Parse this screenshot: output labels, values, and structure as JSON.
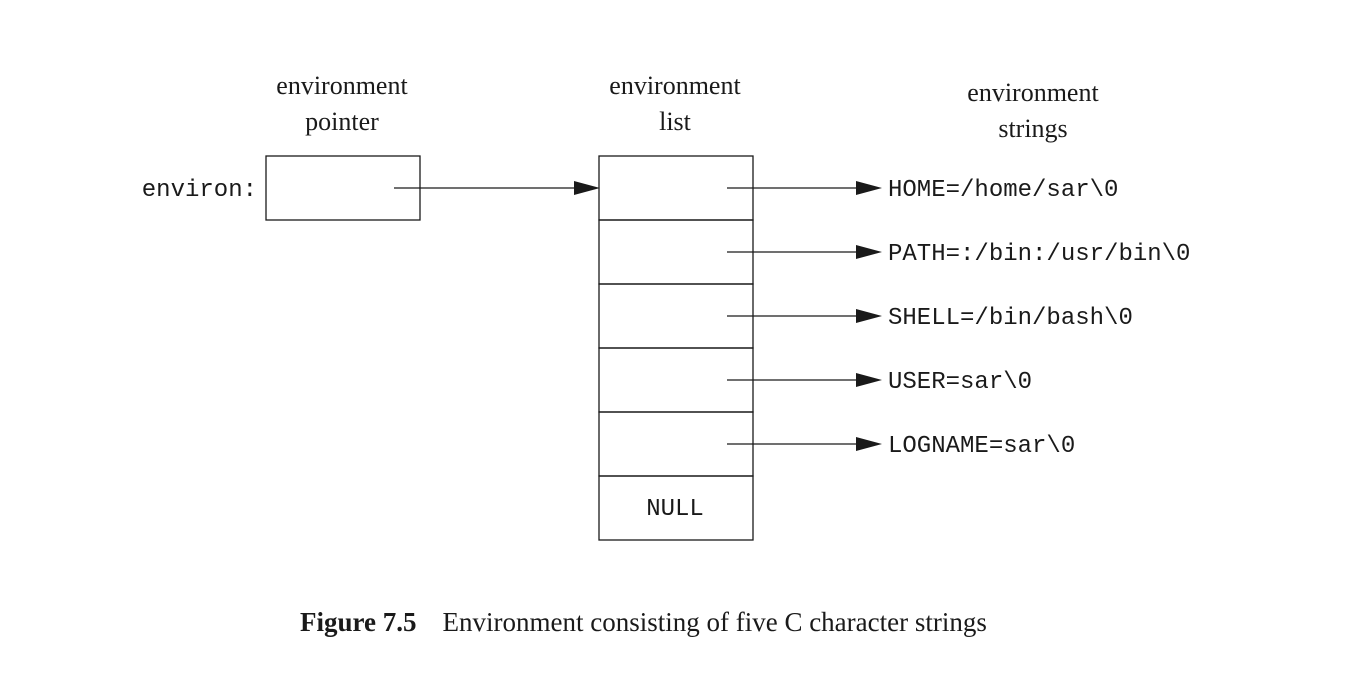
{
  "headings": {
    "pointer": [
      "environment",
      "pointer"
    ],
    "list": [
      "environment",
      "list"
    ],
    "strings": [
      "environment",
      "strings"
    ]
  },
  "pointer_label": "environ:",
  "list_null": "NULL",
  "strings": [
    "HOME=/home/sar\\0",
    "PATH=:/bin:/usr/bin\\0",
    "SHELL=/bin/bash\\0",
    "USER=sar\\0",
    "LOGNAME=sar\\0"
  ],
  "caption": {
    "figure": "Figure 7.5",
    "text": "Environment consisting of five C character strings"
  }
}
